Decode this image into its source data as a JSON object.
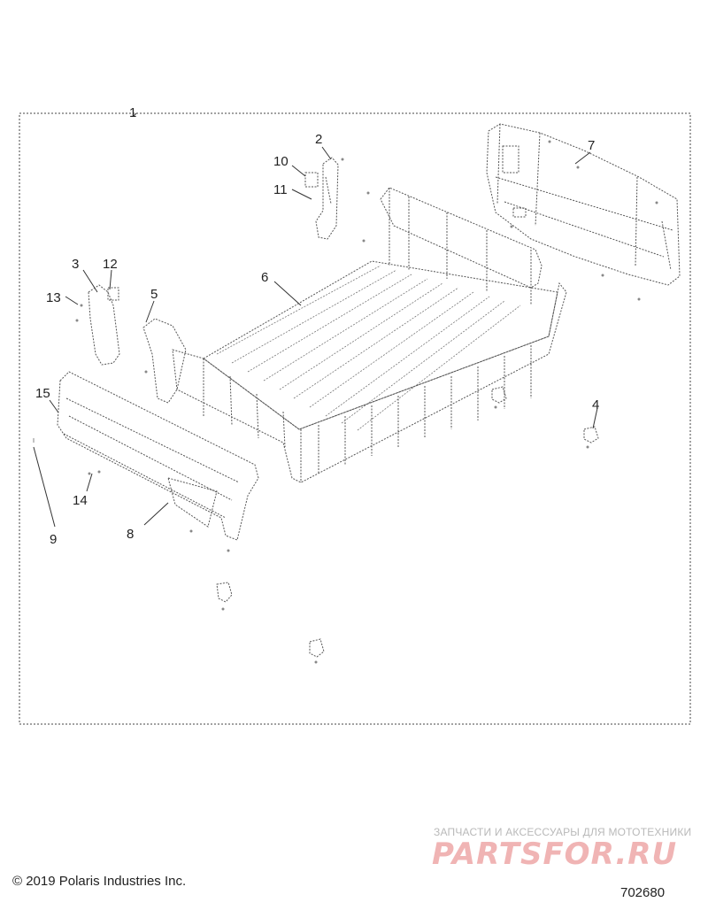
{
  "callouts": [
    "1",
    "2",
    "3",
    "4",
    "5",
    "6",
    "7",
    "8",
    "9",
    "10",
    "11",
    "12",
    "13",
    "14",
    "15"
  ],
  "copyright": "© 2019 Polaris Industries Inc.",
  "drawing_number": "702680",
  "watermark": {
    "tagline": "ЗАПЧАСТИ И АКСЕССУАРЫ ДЛЯ МОТОТЕХНИКИ",
    "logo": "PARTSFOR.RU"
  }
}
